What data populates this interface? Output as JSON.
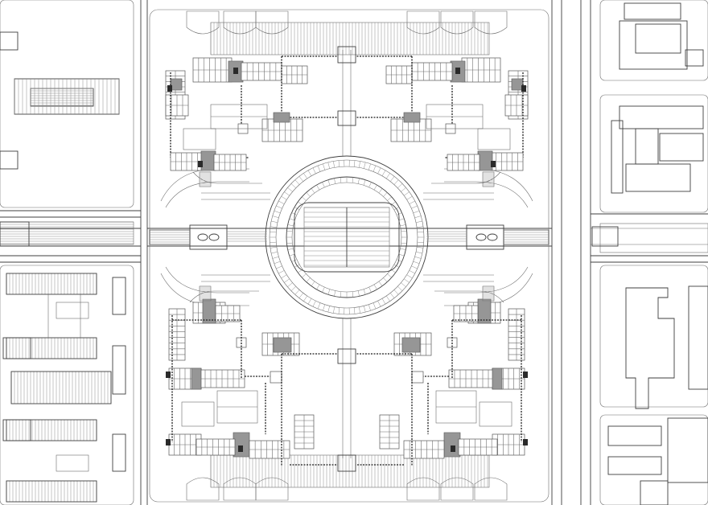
{
  "palette": {
    "background": "#ffffff",
    "line_dark": "#1e1e1e",
    "line_medium": "#3f3f3f",
    "line_light": "#8a8a8a",
    "fill_dark": "#2a2a2a",
    "fill_gray": "#9a9a9a"
  },
  "plan": {
    "wings_per_quadrant": 1,
    "quadrants": 4,
    "connector_nodes": 7
  }
}
